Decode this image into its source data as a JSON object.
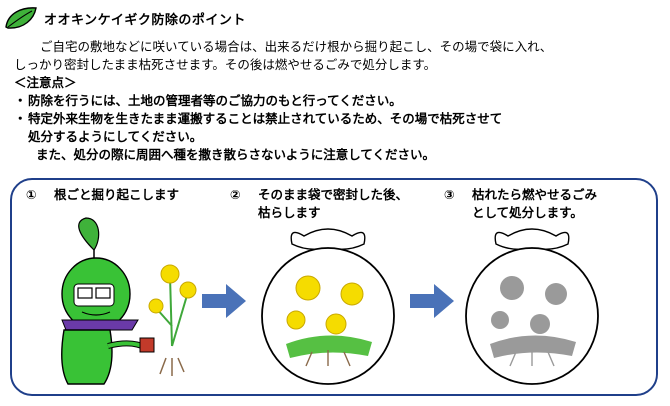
{
  "title": "オオキンケイギク防除のポイント",
  "intro": {
    "line1": "ご自宅の敷地などに咲いている場合は、出来るだけ根から掘り起こし、その場で袋に入れ、",
    "line2": "しっかり密封したまま枯死させます。その後は燃やせるごみで処分します。"
  },
  "notes": {
    "heading": "＜注意点＞",
    "bullet": "・",
    "item1": "防除を行うには、土地の管理者等のご協力のもと行ってください。",
    "item2_line1": "特定外来生物を生きたまま運搬することは禁止されているため、その場で枯死させて",
    "item2_line2": "処分するようにしてください。",
    "item3": "また、処分の際に周囲へ種を撒き散らさないように注意してください。"
  },
  "steps": [
    {
      "num": "①",
      "line1": "根ごと掘り起こします",
      "line2": ""
    },
    {
      "num": "②",
      "line1": "そのまま袋で密封した後、",
      "line2": "枯らします"
    },
    {
      "num": "③",
      "line1": "枯れたら燃やせるごみ",
      "line2": "として処分します。"
    }
  ],
  "colors": {
    "panel_border": "#1f3f8a",
    "arrow": "#4a72b8",
    "flower_yellow": "#f5dc00",
    "mascot_green": "#39c236",
    "withered_gray": "#9a9a9a"
  }
}
